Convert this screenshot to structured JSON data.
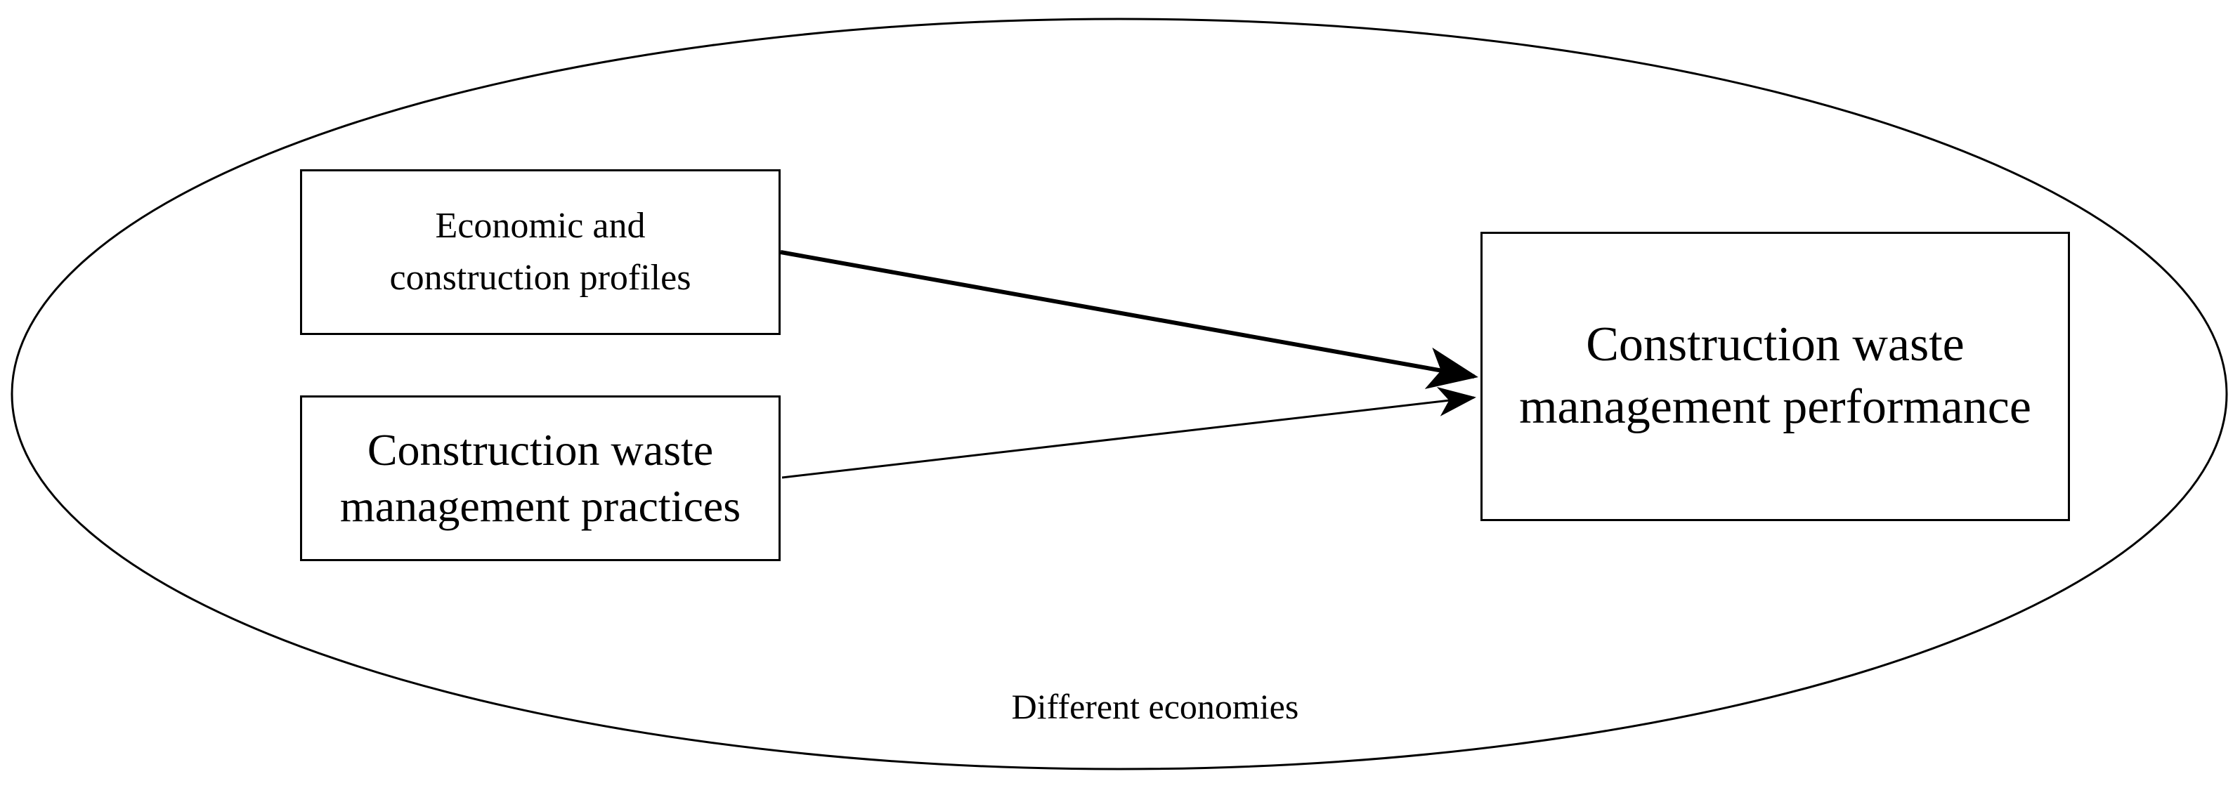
{
  "diagram": {
    "context_label": "Different economies",
    "boxes": {
      "profiles": "Economic and\nconstruction profiles",
      "practices": "Construction waste\nmanagement practices",
      "performance": "Construction waste\nmanagement performance"
    },
    "arrows": [
      {
        "from": "profiles",
        "to": "performance",
        "weight": "bold"
      },
      {
        "from": "practices",
        "to": "performance",
        "weight": "normal"
      }
    ],
    "colors": {
      "line": "#000000",
      "background": "#ffffff"
    }
  }
}
